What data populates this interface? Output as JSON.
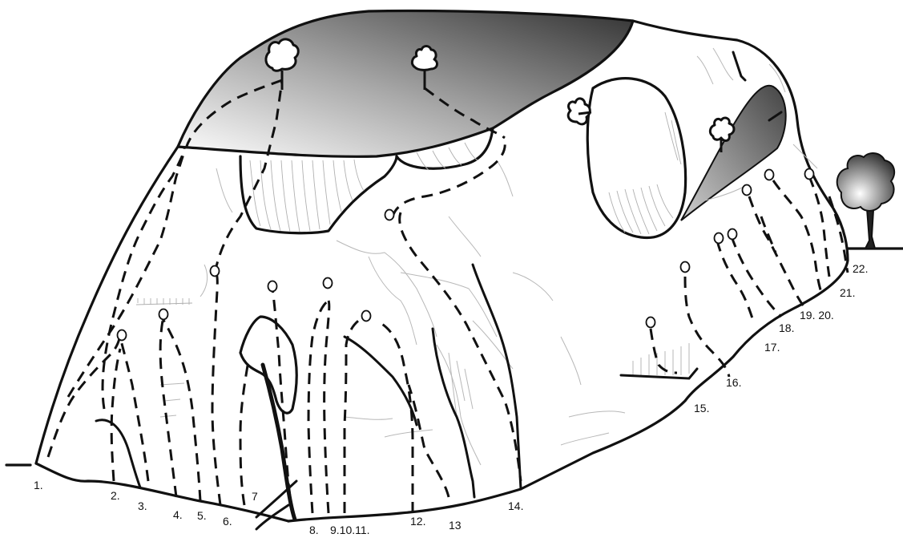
{
  "topo": {
    "route_labels": [
      "1.",
      "2.",
      "3.",
      "4.",
      "5.",
      "6.",
      "7",
      "8.",
      "9.10.11.",
      "12.",
      "13",
      "14.",
      "15.",
      "16.",
      "17.",
      "18.",
      "19. 20.",
      "21.",
      "22."
    ]
  },
  "colors": {
    "line": "#111111",
    "crack": "#b8b8b8",
    "shade_light": "#ffffff",
    "shade_dark": "#3a3a3a"
  }
}
